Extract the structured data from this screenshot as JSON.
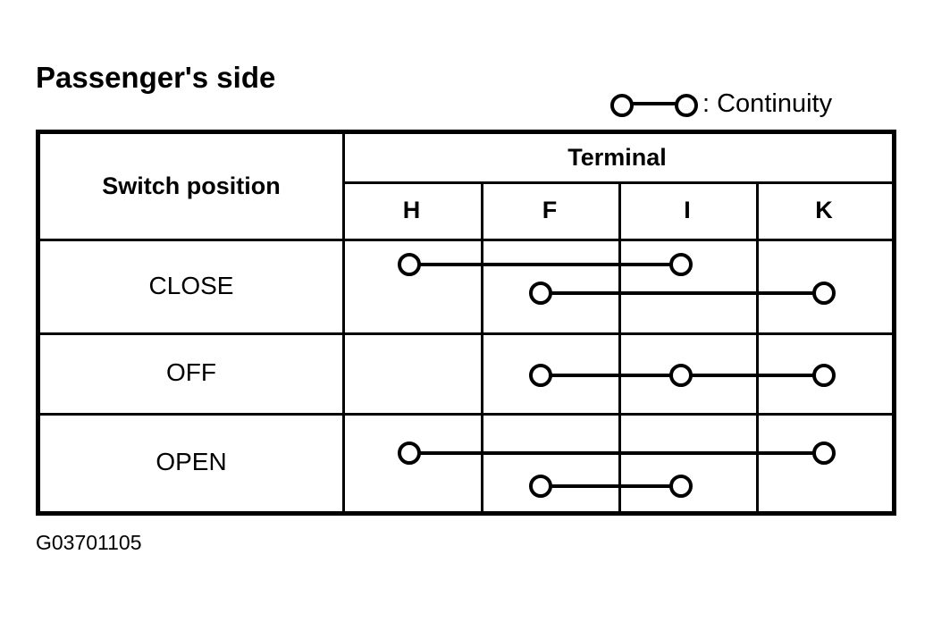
{
  "title": "Passenger's side",
  "legend": {
    "symbol_name": "continuity-symbol",
    "text": ": Continuity"
  },
  "table": {
    "row_header_label": "Switch position",
    "group_header_label": "Terminal",
    "terminals": [
      "H",
      "F",
      "I",
      "K"
    ],
    "rows": [
      {
        "label": "CLOSE",
        "connections": [
          {
            "from": "H",
            "to": "I",
            "level": "upper"
          },
          {
            "from": "F",
            "to": "K",
            "level": "lower"
          }
        ]
      },
      {
        "label": "OFF",
        "connections": [
          {
            "from": "F",
            "to": "K",
            "level": "middle"
          }
        ]
      },
      {
        "label": "OPEN",
        "connections": [
          {
            "from": "H",
            "to": "K",
            "level": "upper"
          },
          {
            "from": "F",
            "to": "I",
            "level": "lower"
          }
        ]
      }
    ]
  },
  "footer": {
    "code": "G03701105"
  },
  "colors": {
    "ink": "#000000",
    "paper": "#ffffff"
  }
}
